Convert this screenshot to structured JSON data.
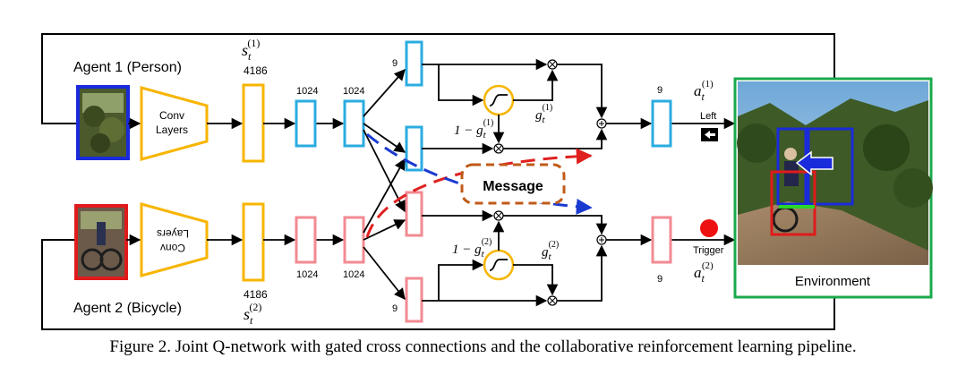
{
  "agents": {
    "agent1_label": "Agent 1 (Person)",
    "agent2_label": "Agent 2 (Bicycle)"
  },
  "conv_label_line1": "Conv",
  "conv_label_line2": "Layers",
  "state": {
    "s1_symbol": "s",
    "s1_sub": "t",
    "s1_sup": "(1)",
    "s1_size": "4186",
    "s2_symbol": "s",
    "s2_sub": "t",
    "s2_sup": "(2)",
    "s2_size": "4186"
  },
  "fc_size": "1024",
  "q_size": "9",
  "gates": {
    "g1": "g",
    "g1_sub": "t",
    "g1_sup": "(1)",
    "one_minus_g1": "1 − g",
    "one_minus_g1_sub": "t",
    "one_minus_g1_sup": "(1)",
    "g2": "g",
    "g2_sub": "t",
    "g2_sup": "(2)",
    "one_minus_g2": "1 − g",
    "one_minus_g2_sub": "t",
    "one_minus_g2_sup": "(2)"
  },
  "message_label": "Message",
  "actions": {
    "a1": "a",
    "a1_sub": "t",
    "a1_sup": "(1)",
    "a1_name": "Left",
    "a2": "a",
    "a2_sub": "t",
    "a2_sup": "(2)",
    "a2_name": "Trigger"
  },
  "environment_label": "Environment",
  "caption": "Figure 2. Joint Q-network with gated cross connections and the collaborative reinforcement learning pipeline.",
  "colors": {
    "agent1": "#2bace0",
    "agent2": "#f28a92",
    "conv": "#f7b500",
    "message_border": "#c05a18",
    "env_border": "#1aaa4b",
    "red_dash": "#e02020",
    "blue_dash": "#1a3ad0",
    "person_box": "#1a2bdb",
    "bike_box": "#e01b1b"
  }
}
